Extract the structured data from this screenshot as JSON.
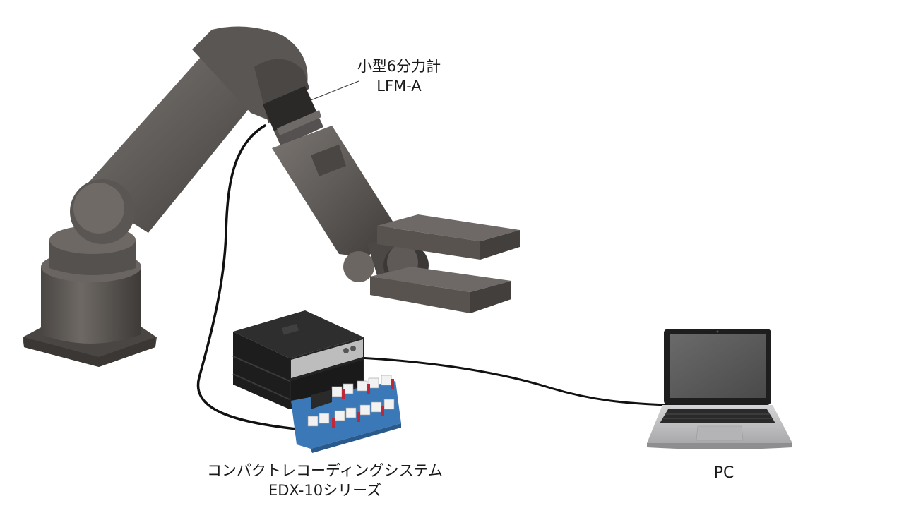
{
  "labels": {
    "sensor_name": "小型6分力計",
    "sensor_model": "LFM-A",
    "recorder_name": "コンパクトレコーディングシステム",
    "recorder_model": "EDX-10シリーズ",
    "pc": "PC"
  },
  "colors": {
    "robot_body": "#5e5a57",
    "robot_dark": "#3c3937",
    "robot_light": "#78736f",
    "recorder_case": "#2a2a2a",
    "terminal_board": "#3a78b8",
    "terminal_red": "#c0283a",
    "laptop_silver": "#c9c9cb",
    "cable": "#111111"
  }
}
